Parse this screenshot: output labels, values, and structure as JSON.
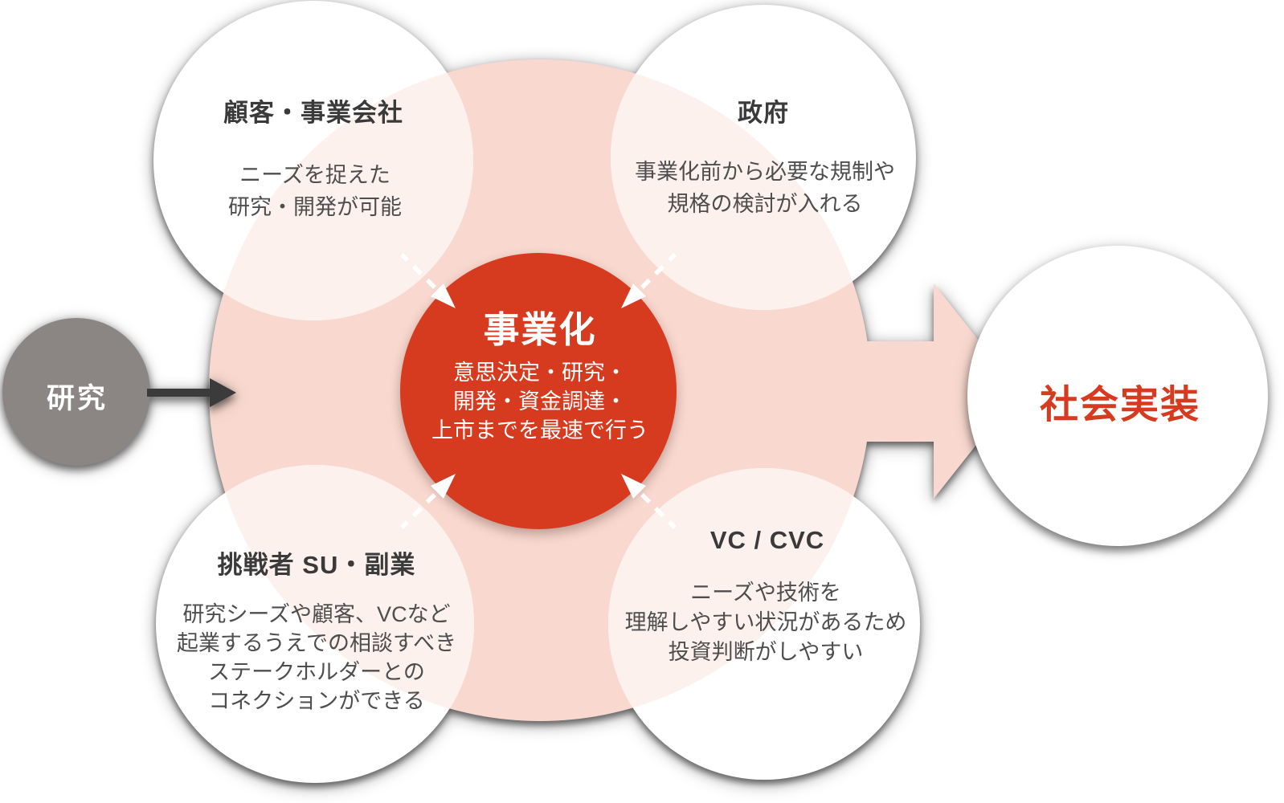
{
  "diagram": {
    "research": {
      "label": "研究"
    },
    "center": {
      "title": "事業化",
      "lines": [
        "意思決定・研究・",
        "開発・資金調達・",
        "上市までを最速で行う"
      ]
    },
    "satellites": {
      "customers": {
        "title": "顧客・事業会社",
        "lines": [
          "ニーズを捉えた",
          "研究・開発が可能"
        ]
      },
      "government": {
        "title": "政府",
        "lines": [
          "事業化前から必要な規制や",
          "規格の検討が入れる"
        ]
      },
      "challengers": {
        "title": "挑戦者 SU・副業",
        "lines": [
          "研究シーズや顧客、VCなど",
          "起業するうえでの相談すべき",
          "ステークホルダーとの",
          "コネクションができる"
        ]
      },
      "vc": {
        "title": "VC / CVC",
        "lines": [
          "ニーズや技術を",
          "理解しやすい状況があるため",
          "投資判断がしやすい"
        ]
      }
    },
    "outcome": {
      "label": "社会実装"
    },
    "colors": {
      "red": "#d63b20",
      "pink": "#f9d9cf",
      "pale": "#fdf1ee",
      "gray": "#8b8684",
      "dark": "#3b3b3b",
      "title": "#3a3a3a",
      "body": "#4e4e4e"
    }
  }
}
